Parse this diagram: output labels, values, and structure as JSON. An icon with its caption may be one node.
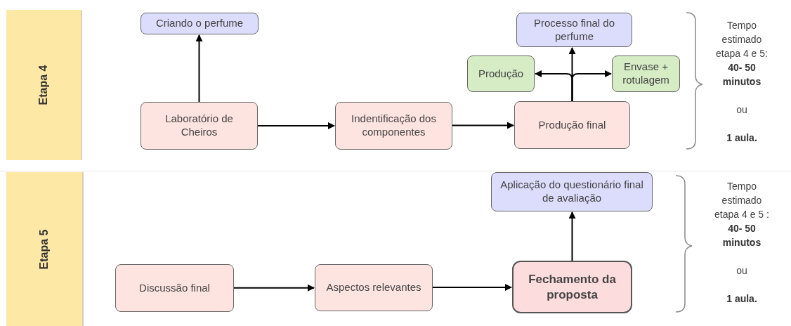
{
  "diagram": {
    "nodes": [
      {
        "text": [
          "Etapa 4"
        ]
      },
      {
        "text": [
          "Criando o perfume"
        ]
      },
      {
        "text": [
          "Laboratório de Cheiros"
        ]
      },
      {
        "text": [
          "Indentificação dos componentes"
        ]
      },
      {
        "text": [
          "Processo final do perfume"
        ]
      },
      {
        "text": [
          "Produção"
        ]
      },
      {
        "text": [
          "Envase + rotulagem"
        ]
      },
      {
        "text": [
          "Produção final"
        ]
      },
      {
        "text": [
          "Etapa 5"
        ]
      },
      {
        "text": [
          "Aplicação do questionário final de avaliação"
        ]
      },
      {
        "text": [
          "Discussão final"
        ]
      },
      {
        "text": [
          "Aspectos relevantes"
        ]
      },
      {
        "text": [
          "Fechamento da proposta"
        ]
      }
    ],
    "edges": [
      {
        "from": 2,
        "to": 1,
        "arrow": "to"
      },
      {
        "from": 2,
        "to": 3,
        "arrow": "to"
      },
      {
        "from": 3,
        "to": 7,
        "arrow": "to"
      },
      {
        "from": 7,
        "to": 4,
        "arrow": "to"
      },
      {
        "from": 7,
        "to": 5,
        "arrow": "to"
      },
      {
        "from": 7,
        "to": 6,
        "arrow": "to"
      },
      {
        "from": 10,
        "to": 11,
        "arrow": "to"
      },
      {
        "from": 11,
        "to": 12,
        "arrow": "to"
      },
      {
        "from": 12,
        "to": 9,
        "arrow": "to"
      }
    ],
    "labels": [
      "Tempo estimado etapa 4 e 5:",
      "40- 50 minutos",
      "ou",
      "1 aula.",
      "Tempo estimado etapa 4 e 5 :",
      "40- 50 minutos",
      "ou",
      "1 aula."
    ]
  }
}
